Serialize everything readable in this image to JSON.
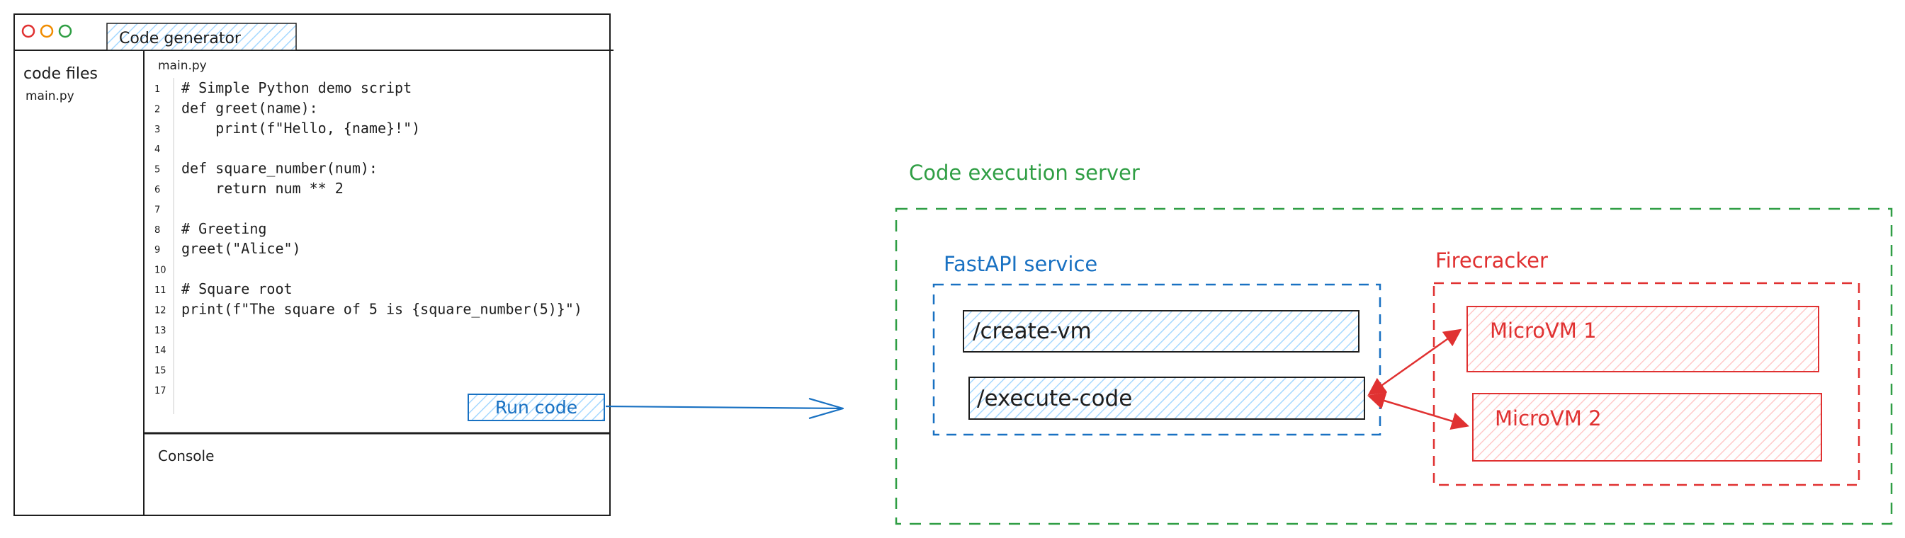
{
  "window": {
    "tab_title": "Code generator",
    "sidebar_title": "code files",
    "sidebar_items": [
      "main.py"
    ],
    "editor_filename": "main.py",
    "code_lines": [
      "# Simple Python demo script",
      "def greet(name):",
      "    print(f\"Hello, {name}!\")",
      "",
      "def square_number(num):",
      "    return num ** 2",
      "",
      "# Greeting",
      "greet(\"Alice\")",
      "",
      "# Square root",
      "print(f\"The square of 5 is {square_number(5)}\")",
      "",
      "",
      "",
      ""
    ],
    "line_numbers": [
      "1",
      "2",
      "3",
      "4",
      "5",
      "6",
      "7",
      "8",
      "9",
      "10",
      "11",
      "12",
      "13",
      "14",
      "15",
      "17"
    ],
    "run_button_label": "Run code",
    "console_label": "Console"
  },
  "server": {
    "title": "Code execution server",
    "fastapi": {
      "title": "FastAPI service",
      "endpoints": [
        "/create-vm",
        "/execute-code"
      ]
    },
    "firecracker": {
      "title": "Firecracker",
      "vms": [
        "MicroVM 1",
        "MicroVM 2"
      ]
    }
  },
  "colors": {
    "ink": "#1e1e1e",
    "green": "#2f9e44",
    "blue": "#1971c2",
    "red": "#e03131",
    "light_blue_fill": "#a5d8ff",
    "light_red_fill": "#ffc9c9",
    "traffic_red": "#e03131",
    "traffic_yellow": "#f08c00",
    "traffic_green": "#2f9e44"
  },
  "icons": [
    "traffic-light-close-icon",
    "traffic-light-minimize-icon",
    "traffic-light-maximize-icon",
    "arrow-right-icon"
  ]
}
